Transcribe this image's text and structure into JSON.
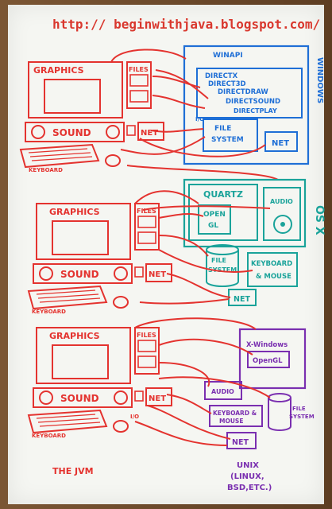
{
  "colors": {
    "red": "#e4332f",
    "blue": "#1f6fd6",
    "teal": "#1aa39a",
    "purple": "#7a2fb0",
    "ink_red_url": "#d9382e"
  },
  "url": "http:// beginwithjava.blogspot.com/",
  "jvm_label": "THE JVM",
  "computer": {
    "graphics": "GRAPHICS",
    "files": "FILES",
    "sound": "SOUND",
    "net": "NET",
    "keyboard": "KEYBOARD",
    "io": "I/O"
  },
  "windows": {
    "side_label": "WINDOWS",
    "winapi": "WINAPI",
    "directx": [
      "DIRECTX",
      "DIRECT3D",
      "DIRECTDRAW",
      "DIRECTSOUND",
      "DIRECTPLAY"
    ],
    "file_system": [
      "FILE",
      "SYSTEM"
    ],
    "net": "NET"
  },
  "osx": {
    "side_label": "OS X",
    "quartz": "QUARTZ",
    "opengl": [
      "OPEN",
      "GL"
    ],
    "audio": "AUDIO",
    "file_system": [
      "FILE",
      "SYSTEM"
    ],
    "keyboard_mouse": [
      "KEYBOARD",
      "& MOUSE"
    ],
    "net": "NET"
  },
  "unix": {
    "side_label": [
      "UNIX",
      "(LINUX,",
      "BSD,ETC.)"
    ],
    "xwindows": "X-Windows",
    "opengl": "OpenGL",
    "audio": "AUDIO",
    "keyboard_mouse": [
      "KEYBOARD &",
      "MOUSE"
    ],
    "file_system": [
      "FILE",
      "SYSTEM"
    ],
    "net": "NET"
  }
}
